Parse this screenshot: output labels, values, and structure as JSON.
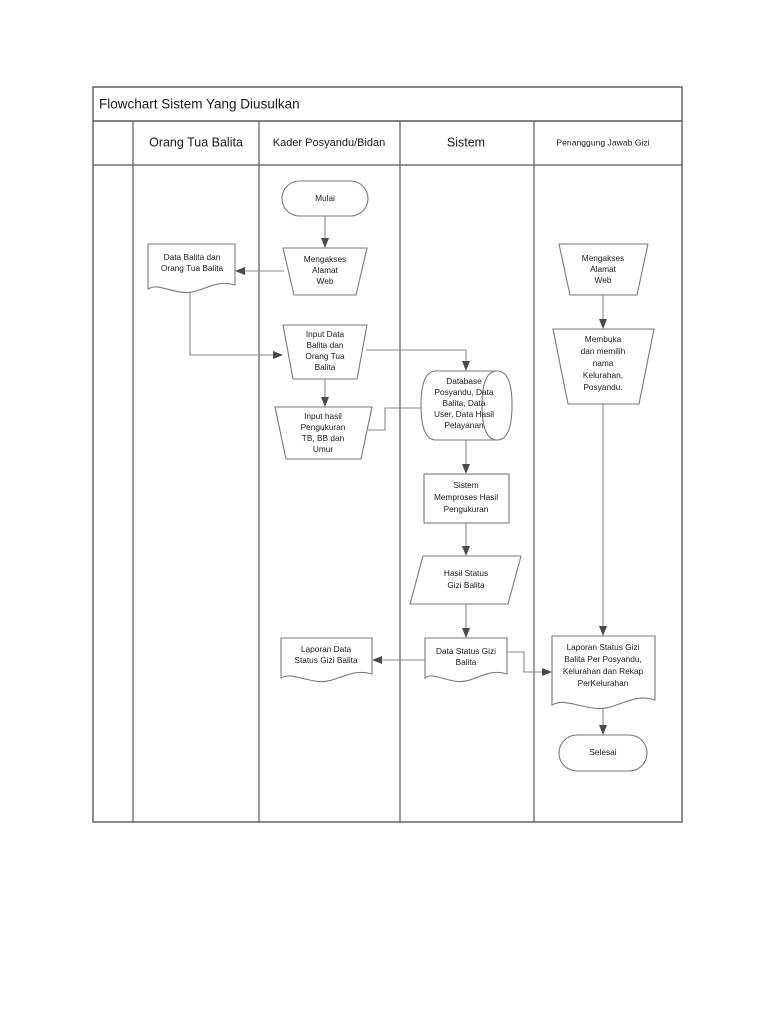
{
  "diagram": {
    "title": "Flowchart Sistem Yang Diusulkan",
    "columns": [
      {
        "id": "spacer",
        "label": ""
      },
      {
        "id": "orang-tua-balita",
        "label": "Orang Tua Balita"
      },
      {
        "id": "kader-posyandu-bidan",
        "label": "Kader Posyandu/Bidan"
      },
      {
        "id": "sistem",
        "label": "Sistem"
      },
      {
        "id": "penanggung-jawab-gizi",
        "label": "Penanggung Jawab Gizi"
      }
    ],
    "nodes": {
      "mulai": {
        "label": "Mulai",
        "shape": "terminator",
        "lane": "kader-posyandu-bidan"
      },
      "mengakses_alamat_web_kader": {
        "lines": [
          "Mengakses",
          "Alamat",
          "Web"
        ],
        "shape": "manual-input",
        "lane": "kader-posyandu-bidan"
      },
      "data_balita_orang_tua": {
        "lines": [
          "Data Balita dan",
          "Orang Tua Balita"
        ],
        "shape": "document",
        "lane": "orang-tua-balita"
      },
      "input_data_balita": {
        "lines": [
          "Input Data",
          "Balita dan",
          "Orang Tua",
          "Balita"
        ],
        "shape": "manual-input",
        "lane": "kader-posyandu-bidan"
      },
      "input_hasil_pengukuran": {
        "lines": [
          "Input hasil",
          "Pengukuran",
          "TB, BB dan",
          "Umur"
        ],
        "shape": "manual-input",
        "lane": "kader-posyandu-bidan"
      },
      "database": {
        "lines": [
          "Database",
          "Posyandu, Data",
          "Balita, Data",
          "User, Data Hasil",
          "Pelayanan"
        ],
        "shape": "database",
        "lane": "sistem"
      },
      "sistem_memproses": {
        "lines": [
          "Sistem",
          "Memproses Hasil",
          "Pengukuran"
        ],
        "shape": "process",
        "lane": "sistem"
      },
      "hasil_status_gizi": {
        "lines": [
          "Hasil Status",
          "Gizi Balita"
        ],
        "shape": "data-parallelogram",
        "lane": "sistem"
      },
      "data_status_gizi_balita": {
        "lines": [
          "Data Status Gizi",
          "Balita"
        ],
        "shape": "document",
        "lane": "sistem"
      },
      "laporan_data_status_gizi": {
        "lines": [
          "Laporan Data",
          "Status Gizi Balita"
        ],
        "shape": "document",
        "lane": "kader-posyandu-bidan"
      },
      "mengakses_alamat_web_pjg": {
        "lines": [
          "Mengakses",
          "Alamat",
          "Web"
        ],
        "shape": "manual-input",
        "lane": "penanggung-jawab-gizi"
      },
      "membuka_memilih": {
        "lines": [
          "Membuka",
          "dan memilih",
          "nama",
          "Kelurahan,",
          "Posyandu."
        ],
        "shape": "manual-input",
        "lane": "penanggung-jawab-gizi"
      },
      "laporan_status_gizi_posyandu": {
        "lines": [
          "Laporan Status Gizi",
          "Balita Per Posyandu,",
          "Kelurahan dan Rekap",
          "PerKelurahan"
        ],
        "shape": "document",
        "lane": "penanggung-jawab-gizi"
      },
      "selesai": {
        "label": "Selesai",
        "shape": "terminator",
        "lane": "penanggung-jawab-gizi"
      }
    },
    "edges": [
      {
        "from": "mulai",
        "to": "mengakses_alamat_web_kader"
      },
      {
        "from": "mengakses_alamat_web_kader",
        "to": "data_balita_orang_tua"
      },
      {
        "from": "data_balita_orang_tua",
        "to": "input_data_balita"
      },
      {
        "from": "input_data_balita",
        "to": "input_hasil_pengukuran"
      },
      {
        "from": "input_data_balita",
        "to": "database"
      },
      {
        "from": "input_hasil_pengukuran",
        "to": "database"
      },
      {
        "from": "database",
        "to": "sistem_memproses"
      },
      {
        "from": "sistem_memproses",
        "to": "hasil_status_gizi"
      },
      {
        "from": "hasil_status_gizi",
        "to": "data_status_gizi_balita"
      },
      {
        "from": "data_status_gizi_balita",
        "to": "laporan_data_status_gizi"
      },
      {
        "from": "data_status_gizi_balita",
        "to": "laporan_status_gizi_posyandu"
      },
      {
        "from": "mengakses_alamat_web_pjg",
        "to": "membuka_memilih"
      },
      {
        "from": "membuka_memilih",
        "to": "laporan_status_gizi_posyandu"
      },
      {
        "from": "laporan_status_gizi_posyandu",
        "to": "selesai"
      }
    ],
    "colors": {
      "background": "#ffffff",
      "frame_stroke": "#595959",
      "shape_stroke": "#7a7a7a",
      "connector_stroke": "#8a8a8a",
      "text": "#1a1a1a"
    }
  }
}
